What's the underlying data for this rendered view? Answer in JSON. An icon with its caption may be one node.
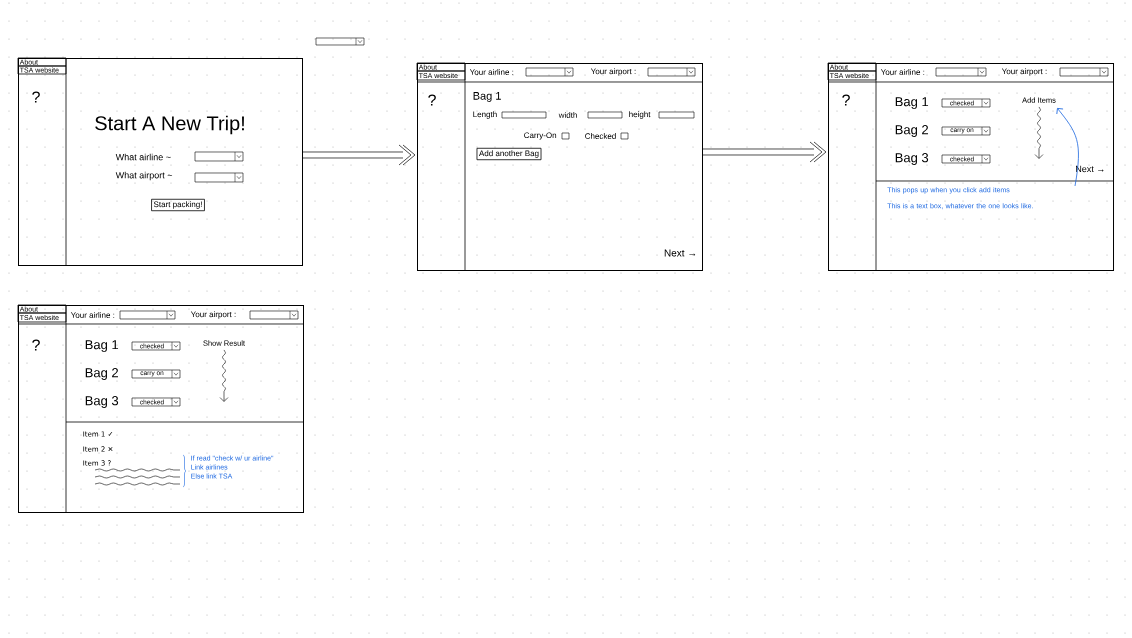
{
  "diagram": {
    "nodes": [
      {
        "text": [],
        "shape": "box"
      },
      {
        "text": [
          "Start packing!"
        ],
        "in": 0
      },
      {
        "text": [],
        "shape": "box"
      },
      {
        "text": [
          "Add another Bag"
        ],
        "in": 2
      },
      {
        "text": [],
        "shape": "box"
      },
      {
        "text": [
          "Add Items"
        ],
        "in": 4
      },
      {
        "text": [
          "This pops up when you click add items",
          "This is a text box, whatever the one looks like."
        ],
        "in": 4
      },
      {
        "text": [],
        "shape": "box"
      },
      {
        "text": [
          "Show Result"
        ],
        "in": 7
      }
    ],
    "edges": [
      {
        "from": 0,
        "to": 2,
        "arrow": "to"
      },
      {
        "from": 2,
        "to": 4,
        "arrow": "to"
      },
      {
        "from": 6,
        "to": 5,
        "arrow": "to",
        "color": "#1a66e0"
      },
      {
        "from": 5,
        "to": null,
        "arrow": "to"
      },
      {
        "from": 8,
        "to": null,
        "arrow": "to"
      }
    ],
    "labels": [
      "About",
      "TSA website",
      "?",
      "Start A New Trip!",
      "What airline ~",
      "What airport ~",
      "About",
      "TSA website",
      "Your airline :",
      "Your airport :",
      "?",
      "Bag 1",
      "Length",
      "width",
      "height",
      "Carry-On",
      "Checked",
      "Next →",
      "About",
      "TSA website",
      "Your airline :",
      "Your airport :",
      "?",
      "Bag 1",
      "checked",
      "Bag 2",
      "carry on",
      "Bag 3",
      "checked",
      "Next →",
      "About",
      "TSA website",
      "Your airline :",
      "Your airport :",
      "?",
      "Bag 1",
      "checked",
      "Bag 2",
      "carry on",
      "Bag 3",
      "checked",
      "Item 1 ✓",
      "Item 2 ✕",
      "Item 3 ?",
      "If read \"check w/ ur airline\"",
      "Link airlines",
      "Else link TSA"
    ]
  }
}
